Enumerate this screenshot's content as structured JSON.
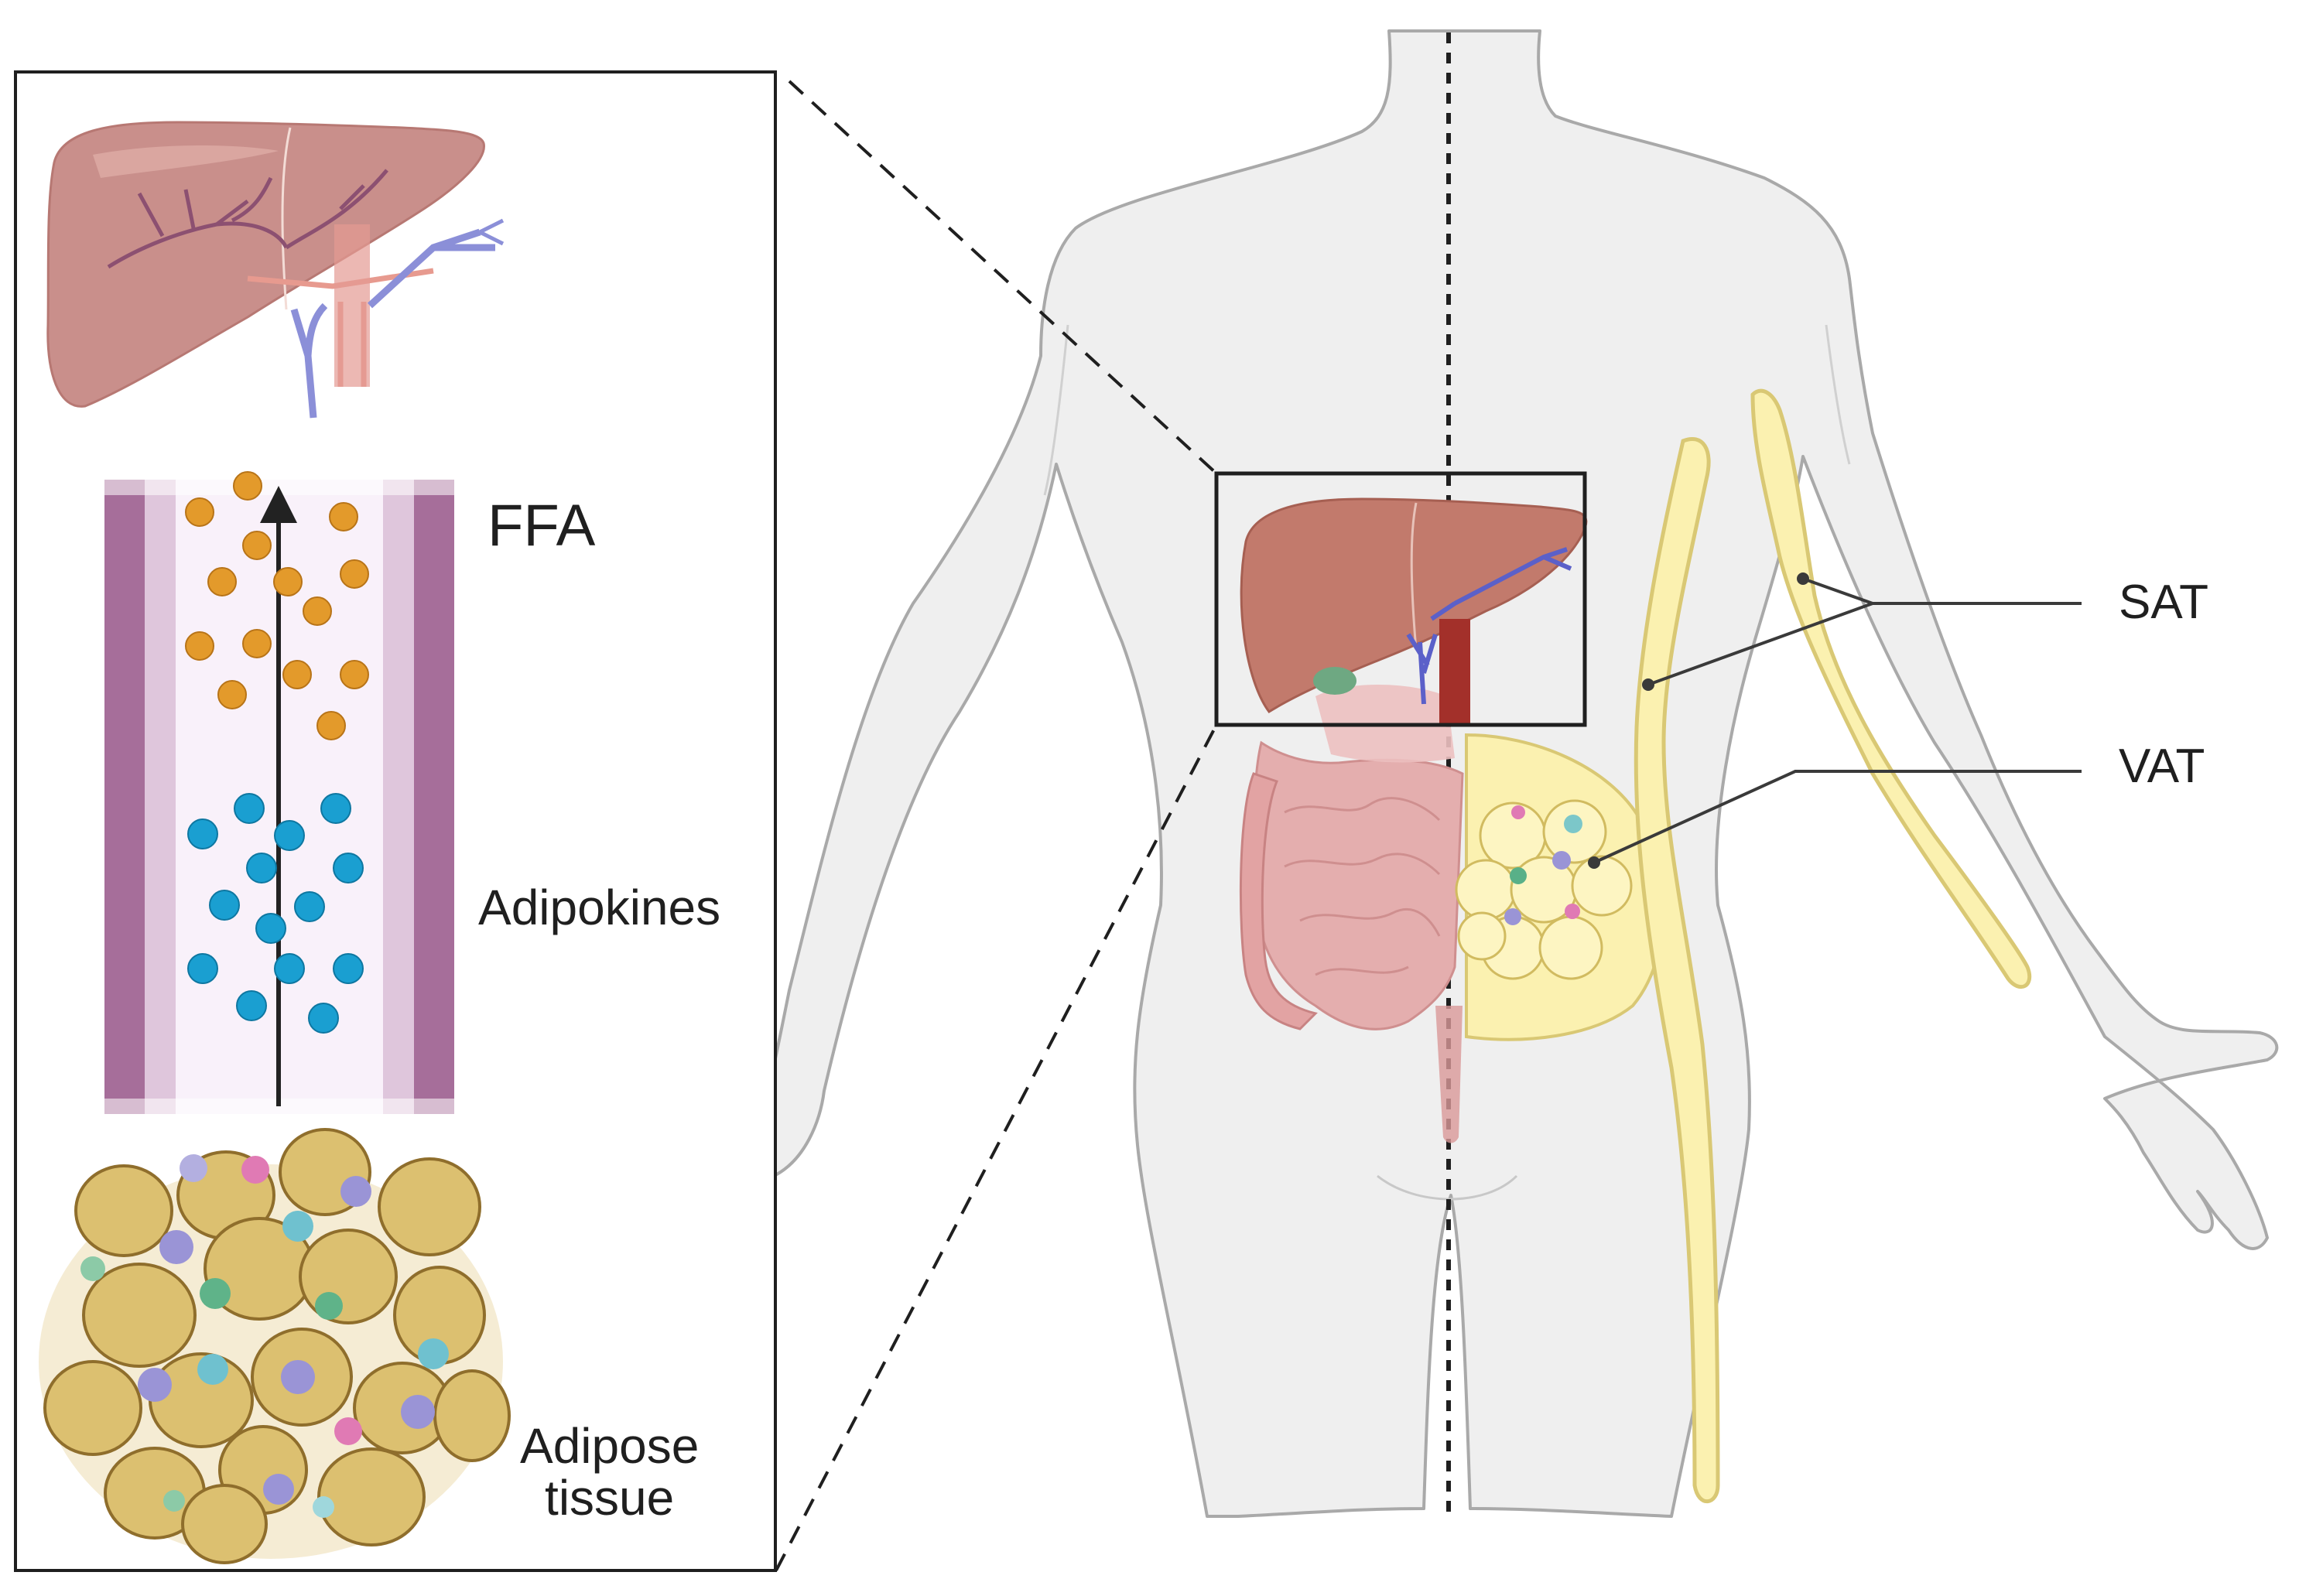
{
  "labels": {
    "ffa": "FFA",
    "adipokines": "Adipokines",
    "adipose_line1": "Adipose",
    "adipose_line2": "tissue",
    "sat": "SAT",
    "vat": "VAT"
  },
  "colors": {
    "body_fill": "#efefef",
    "body_outline": "#a9a9a9",
    "liver": "#c27a6c",
    "liver_inset": "#c98f8b",
    "intestine": "#e4aeae",
    "fat": "#fbf1b0",
    "fat_outline": "#d9c874",
    "vessel_wall": "#a66e9a",
    "ffa_particle": "#e39a2b",
    "adipokine_particle": "#1a9fd1",
    "adipocyte": "#dcc070",
    "arrow": "#222222",
    "frame": "#222222"
  }
}
